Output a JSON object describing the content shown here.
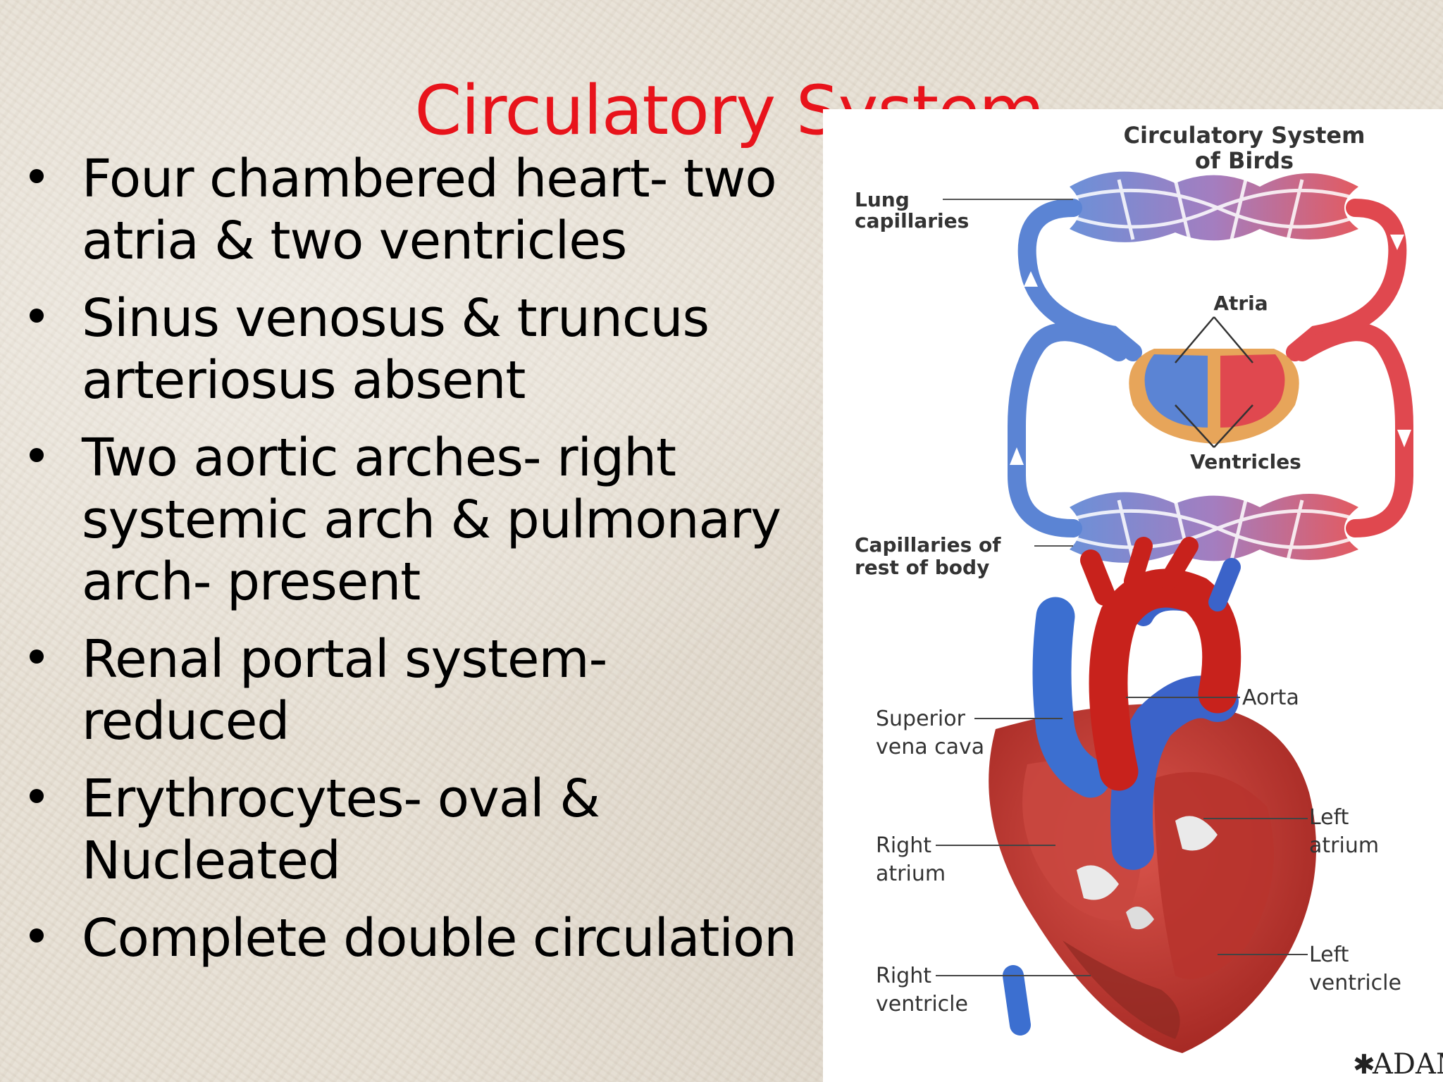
{
  "slide": {
    "title": "Circulatory System",
    "bullets": [
      "Four chambered heart- two atria & two ventricles",
      "Sinus venosus & truncus arteriosus absent",
      "Two aortic arches- right systemic arch & pulmonary arch- present",
      "Renal portal system- reduced",
      "Erythrocytes- oval & Nucleated",
      "Complete double circulation"
    ]
  },
  "bird_diagram": {
    "title_line1": "Circulatory System",
    "title_line2": "of Birds",
    "lung_line1": "Lung",
    "lung_line2": "capillaries",
    "atria": "Atria",
    "ventricles": "Ventricles",
    "body_line1": "Capillaries of",
    "body_line2": "rest of body"
  },
  "heart_diagram": {
    "superior_line1": "Superior",
    "superior_line2": "vena cava",
    "aorta": "Aorta",
    "right_atrium_line1": "Right",
    "right_atrium_line2": "atrium",
    "left_atrium_line1": "Left",
    "left_atrium_line2": "atrium",
    "right_ventricle_line1": "Right",
    "right_ventricle_line2": "ventricle",
    "left_ventricle_line1": "Left",
    "left_ventricle_line2": "ventricle",
    "credit": "ADAM"
  },
  "colors": {
    "title": "#e8131b",
    "oxygenated": "#e0484f",
    "deoxygenated": "#5b84d4",
    "heart_base": "#e7a55a"
  }
}
